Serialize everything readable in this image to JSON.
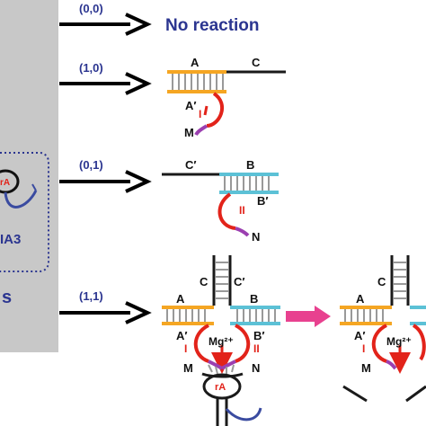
{
  "colors": {
    "panel": "#c8c8c8",
    "blue_text": "#2b3590",
    "arrow": "#000000",
    "strand_a": "#f5a623",
    "strand_b": "#5cc1d6",
    "strand_dark": "#1a1a1a",
    "enzyme_loop": "#e2231a",
    "enzyme_tail": "#9b3fb0",
    "substrate_tail": "#3a4ba0",
    "transition_arrow": "#e8418f"
  },
  "left_panel": {
    "substrate_center_label": "rA",
    "substrate_name_partial": "IA3",
    "bottom_label_partial": "s"
  },
  "rows": [
    {
      "input": "(0,0)",
      "output": "No reaction"
    },
    {
      "input": "(1,0)",
      "labels": {
        "a": "A",
        "c": "C",
        "a_prime": "A′",
        "roman": "I",
        "m": "M"
      }
    },
    {
      "input": "(0,1)",
      "labels": {
        "c_prime": "C′",
        "b": "B",
        "b_prime": "B′",
        "roman": "II",
        "n": "N"
      }
    },
    {
      "input": "(1,1)",
      "labels": {
        "a": "A",
        "c": "C",
        "c_prime": "C′",
        "b": "B",
        "a_prime": "A′",
        "b_prime": "B′",
        "roman1": "I",
        "roman2": "II",
        "mg": "Mg²⁺",
        "m": "M",
        "n": "N",
        "ra": "rA"
      }
    }
  ],
  "after_cleavage": {
    "a": "A",
    "c": "C",
    "a_prime": "A′",
    "roman": "I",
    "mg": "Mg²⁺",
    "m": "M"
  }
}
